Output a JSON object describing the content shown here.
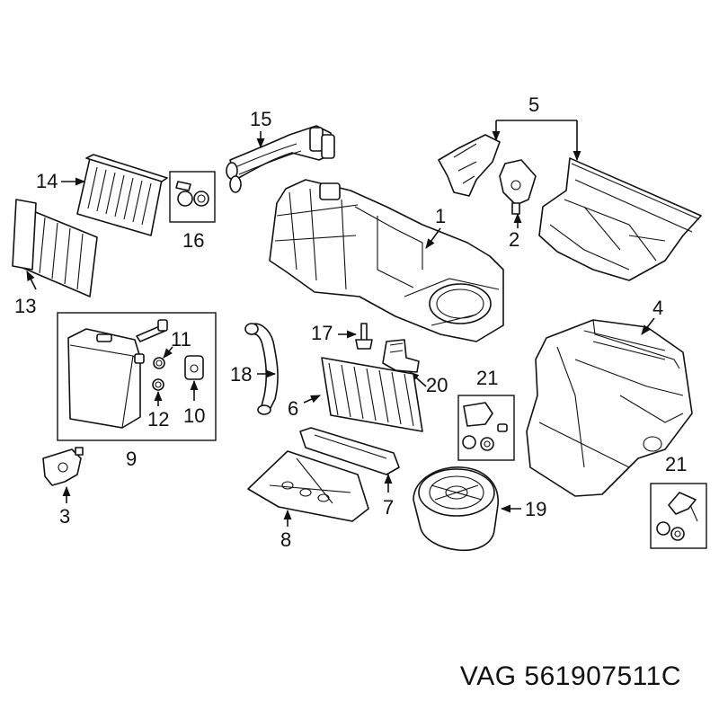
{
  "callouts": {
    "n1": "1",
    "n2": "2",
    "n3": "3",
    "n4": "4",
    "n5": "5",
    "n6": "6",
    "n7": "7",
    "n8": "8",
    "n9": "9",
    "n10": "10",
    "n11": "11",
    "n12": "12",
    "n13": "13",
    "n14": "14",
    "n15": "15",
    "n16": "16",
    "n17": "17",
    "n18": "18",
    "n19": "19",
    "n20": "20",
    "n21a": "21",
    "n21b": "21"
  },
  "footer": {
    "brand": "VAG",
    "part_number": "561907511C"
  }
}
